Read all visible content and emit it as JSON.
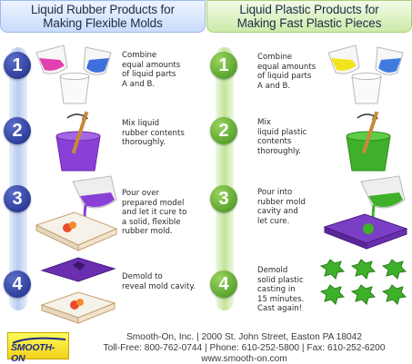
{
  "left_panel": {
    "title_line1": "Liquid Rubber Products for",
    "title_line2": "Making Flexible Molds",
    "steps": [
      {
        "number": "1",
        "lines": [
          "Combine",
          "equal amounts",
          "of liquid parts",
          "A and B."
        ]
      },
      {
        "number": "2",
        "lines": [
          "Mix liquid",
          "rubber contents",
          "thoroughly."
        ]
      },
      {
        "number": "3",
        "lines": [
          "Pour over",
          "prepared model",
          "and let it cure to",
          "a solid, flexible",
          "rubber mold."
        ]
      },
      {
        "number": "4",
        "lines": [
          "Demold to",
          "reveal mold cavity."
        ]
      }
    ],
    "colors": {
      "part_a": "#e23fb0",
      "part_b": "#3f6fdc",
      "mix": "#8a3fd6",
      "mold": "#6a2fae"
    }
  },
  "right_panel": {
    "title_line1": "Liquid Plastic Products for",
    "title_line2": "Making Fast Plastic Pieces",
    "steps": [
      {
        "number": "1",
        "lines": [
          "Combine",
          "equal amounts",
          "of liquid parts",
          "A and B."
        ]
      },
      {
        "number": "2",
        "lines": [
          "Mix",
          "liquid plastic",
          "contents",
          "thoroughly."
        ]
      },
      {
        "number": "3",
        "lines": [
          "Pour into",
          "rubber mold",
          "cavity and",
          "let cure."
        ]
      },
      {
        "number": "4",
        "lines": [
          "Demold",
          "solid plastic",
          "casting in",
          "15 minutes.",
          "Cast again!"
        ]
      }
    ],
    "colors": {
      "part_a": "#f2e51c",
      "part_b": "#3f7ce0",
      "mix": "#3fb02a",
      "mold": "#6a2fae"
    }
  },
  "footer": {
    "logo_text": "SMOOTH-ON",
    "company": "Smooth-On, Inc. | 2000 St. John Street, Easton PA 18042",
    "contact": "Toll-Free: 800-762-0744 | Phone: 610-252-5800 | Fax: 610-252-6200",
    "website": "www.smooth-on.com"
  }
}
